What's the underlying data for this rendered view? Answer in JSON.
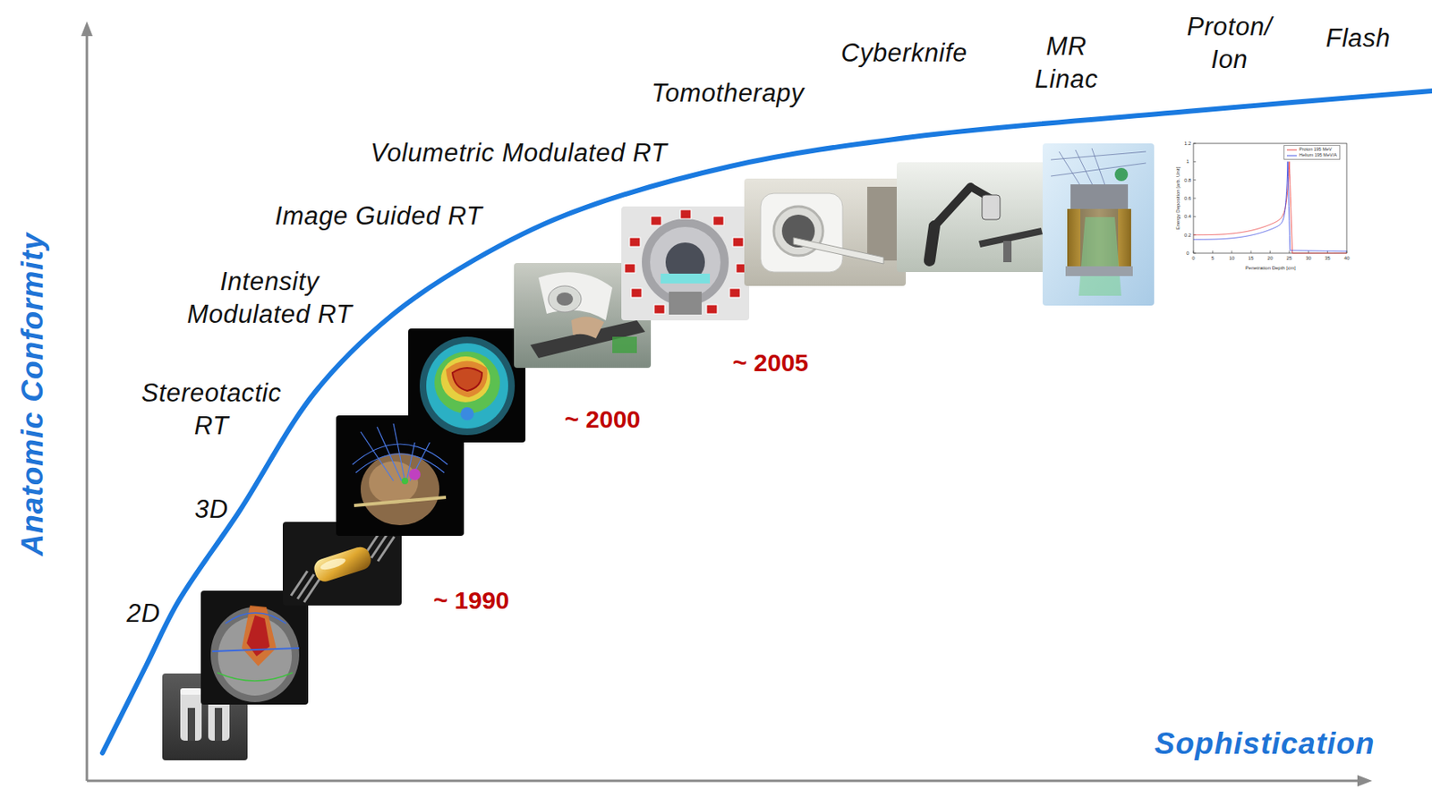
{
  "diagram": {
    "labels": [
      "2D",
      "3D",
      "Stereotactic RT",
      "Intensity Modulated RT",
      "Image Guided RT",
      "Volumetric Modulated RT",
      "Tomotherapy",
      "Cyberknife",
      "MR Linac",
      "Proton/ Ion",
      "Flash",
      "~ 1990",
      "~ 2000",
      "~ 2005",
      "Anatomic Conformity",
      "Sophistication",
      "Energy Deposition [arb. Unit]",
      "Penetration Depth [cm]",
      "0",
      "5",
      "10",
      "15",
      "20",
      "25",
      "30",
      "35",
      "40",
      "0",
      "0.2",
      "0.4",
      "0.6",
      "0.8",
      "1",
      "1.2"
    ],
    "legend": [
      {
        "text": "Proton 195 MeV"
      },
      {
        "text": "Helium 195 MeV/A"
      }
    ]
  }
}
